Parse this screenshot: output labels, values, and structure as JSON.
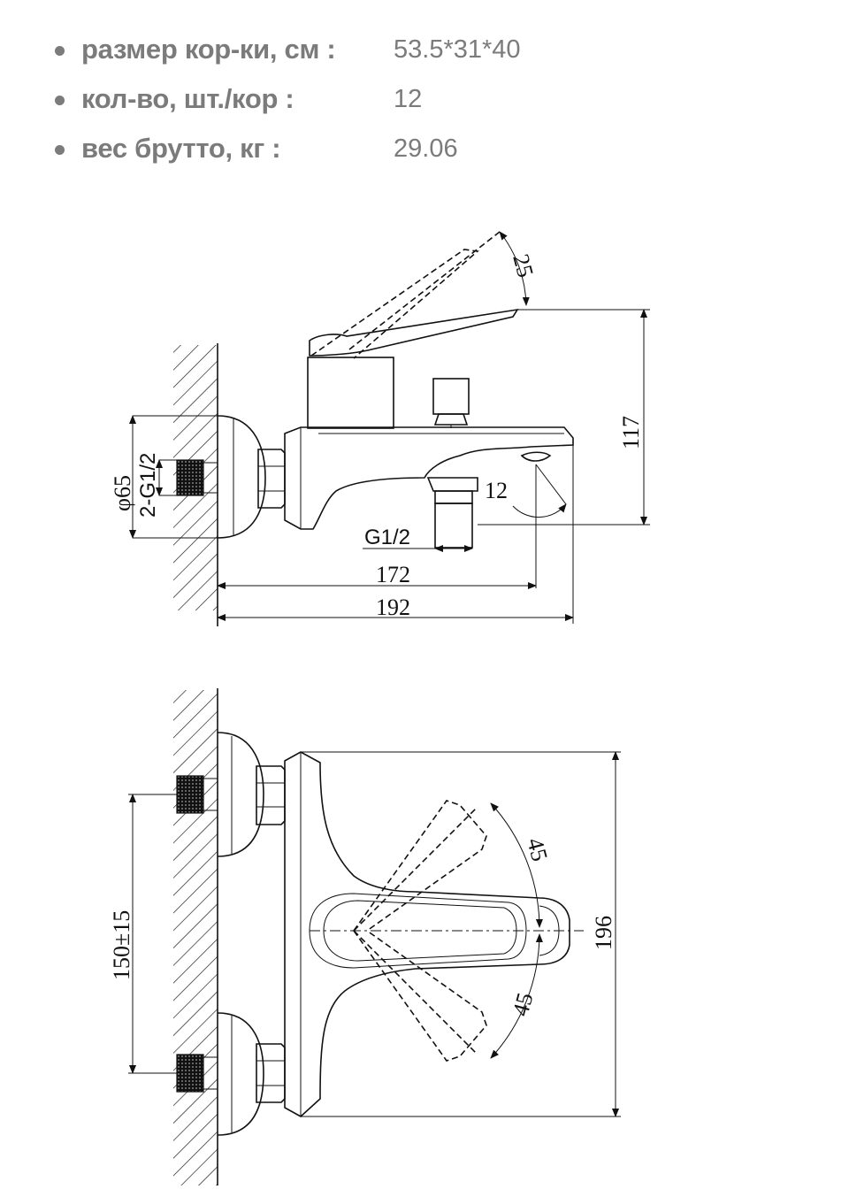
{
  "specs": [
    {
      "label": "размер кор-ки, см :",
      "value": "53.5*31*40"
    },
    {
      "label": "кол-во, шт./кор :",
      "value": "12"
    },
    {
      "label": "вес брутто, кг  :",
      "value": "29.06"
    }
  ],
  "side_view": {
    "dim_diameter": "φ65",
    "dim_inlet_thread": "2-G1/2",
    "dim_outlet_thread": "G1/2",
    "dim_lever_angle": "25",
    "dim_height": "117",
    "dim_spout_angle": "12",
    "dim_depth_spout": "172",
    "dim_depth_total": "192"
  },
  "top_view": {
    "dim_inlet_spacing": "150±15",
    "dim_width": "196",
    "dim_rotation_upper": "45",
    "dim_rotation_lower": "45"
  },
  "colors": {
    "spec_text": "#7b7b7b",
    "line": "#111111"
  }
}
